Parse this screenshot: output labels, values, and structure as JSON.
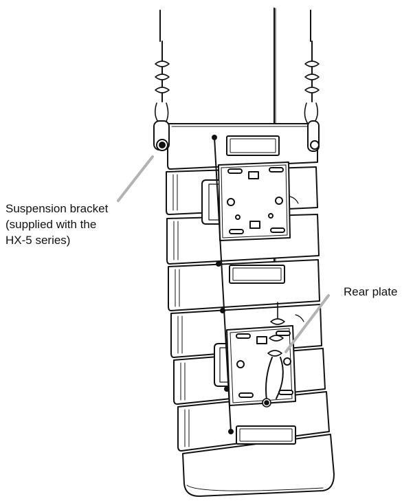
{
  "figure": {
    "callouts": {
      "suspension_bracket": [
        "Suspension bracket",
        "(supplied with the",
        "HX-5 series)"
      ],
      "rear_plate": "Rear plate"
    }
  }
}
